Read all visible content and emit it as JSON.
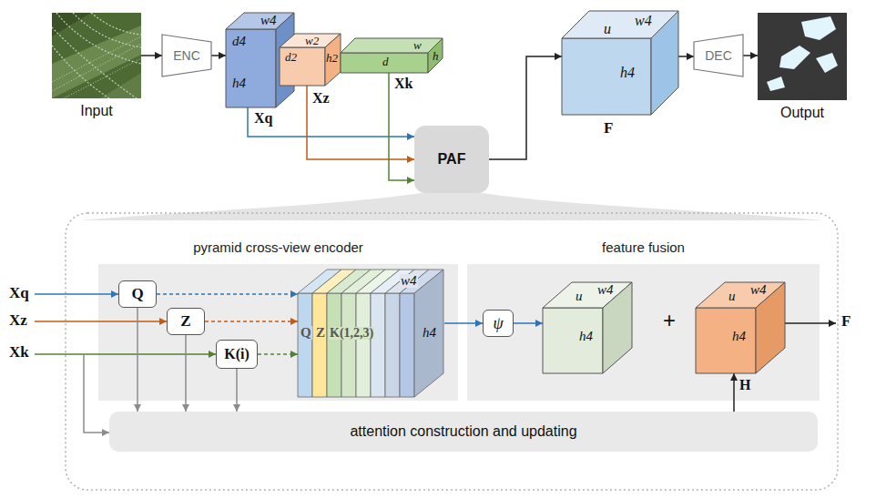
{
  "diagram": {
    "nodes": [
      {
        "text": [
          "Input"
        ]
      },
      {
        "text": [
          "ENC"
        ]
      },
      {
        "text": [
          "d4",
          "w4",
          "h4"
        ]
      },
      {
        "text": [
          "d2",
          "w2",
          "h2"
        ]
      },
      {
        "text": [
          "d",
          "w",
          "h"
        ]
      },
      {
        "text": [
          "PAF"
        ]
      },
      {
        "text": [
          "u",
          "w4",
          "h4",
          "F"
        ]
      },
      {
        "text": [
          "DEC"
        ]
      },
      {
        "text": [
          "Output"
        ]
      },
      {
        "text": [
          "pyramid cross-view encoder"
        ]
      },
      {
        "text": [
          "Q"
        ],
        "in": 9
      },
      {
        "text": [
          "Z"
        ],
        "in": 9
      },
      {
        "text": [
          "K(i)"
        ],
        "in": 9
      },
      {
        "text": [
          "Q",
          "Z",
          "K(1,2,3)",
          "h4",
          "w4"
        ],
        "in": 9
      },
      {
        "text": [
          "feature fusion"
        ]
      },
      {
        "text": [
          "ψ"
        ],
        "in": 14
      },
      {
        "text": [
          "u",
          "w4",
          "h4"
        ],
        "in": 14
      },
      {
        "text": [
          "u",
          "w4",
          "h4"
        ],
        "in": 14
      },
      {
        "text": [
          "attention construction and updating"
        ]
      }
    ],
    "edges": [
      {
        "from": 0,
        "to": 1,
        "arrow": "to"
      },
      {
        "from": 1,
        "to": 2,
        "arrow": "to"
      },
      {
        "from": 2,
        "to": 5,
        "label": "Xq",
        "arrow": "to"
      },
      {
        "from": 3,
        "to": 5,
        "label": "Xz",
        "arrow": "to"
      },
      {
        "from": 4,
        "to": 5,
        "label": "Xk",
        "arrow": "to"
      },
      {
        "from": 5,
        "to": 6,
        "arrow": "to"
      },
      {
        "from": 6,
        "to": 7,
        "arrow": "to"
      },
      {
        "from": 7,
        "to": 8,
        "arrow": "to"
      },
      {
        "from": 10,
        "to": 13,
        "arrow": "to"
      },
      {
        "from": 11,
        "to": 13,
        "arrow": "to"
      },
      {
        "from": 12,
        "to": 13,
        "arrow": "to"
      },
      {
        "from": 10,
        "to": 18,
        "arrow": "to"
      },
      {
        "from": 11,
        "to": 18,
        "arrow": "to"
      },
      {
        "from": 12,
        "to": 18,
        "arrow": "to"
      },
      {
        "from": 13,
        "to": 15,
        "arrow": "to"
      },
      {
        "from": 15,
        "to": 16,
        "arrow": "to"
      },
      {
        "from": 18,
        "to": 17,
        "label": "H",
        "arrow": "to"
      }
    ],
    "labels": [
      "Xq",
      "Xz",
      "Xk",
      "+",
      "F"
    ]
  }
}
